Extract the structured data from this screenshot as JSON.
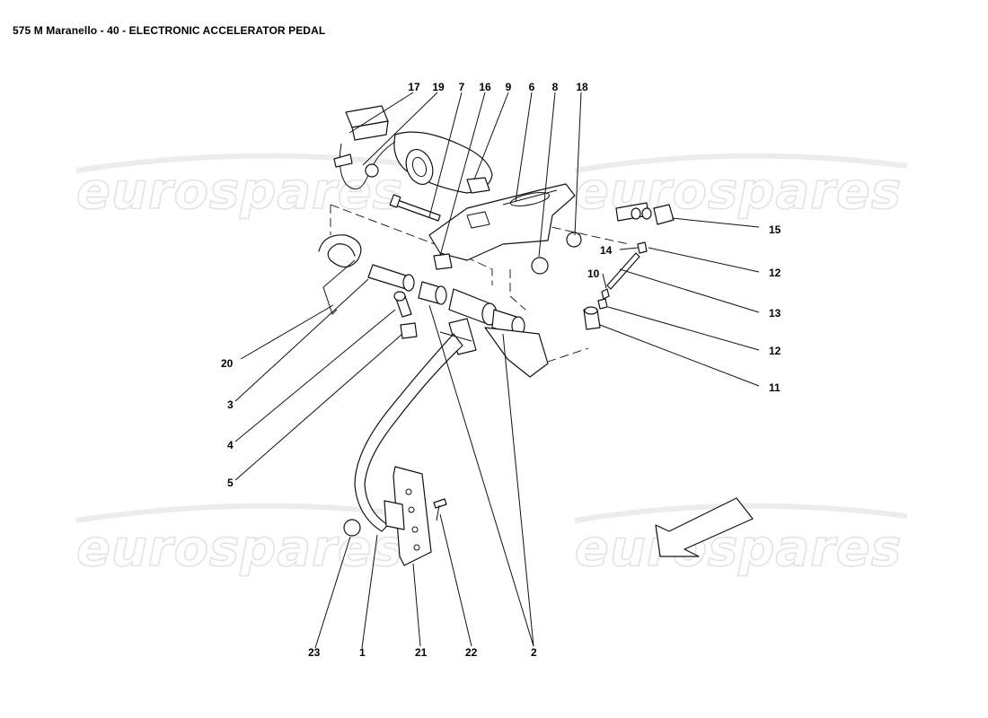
{
  "page": {
    "title": "575 M Maranello - 40 - ELECTRONIC ACCELERATOR PEDAL"
  },
  "watermark": {
    "text": "eurospares"
  },
  "callouts": {
    "c17": "17",
    "c19": "19",
    "c7": "7",
    "c16": "16",
    "c9": "9",
    "c6": "6",
    "c8": "8",
    "c18": "18",
    "c15": "15",
    "c14": "14",
    "c12a": "12",
    "c10": "10",
    "c13": "13",
    "c12b": "12",
    "c11": "11",
    "c20": "20",
    "c3": "3",
    "c4": "4",
    "c5": "5",
    "c23": "23",
    "c1": "1",
    "c21": "21",
    "c22": "22",
    "c2": "2"
  }
}
